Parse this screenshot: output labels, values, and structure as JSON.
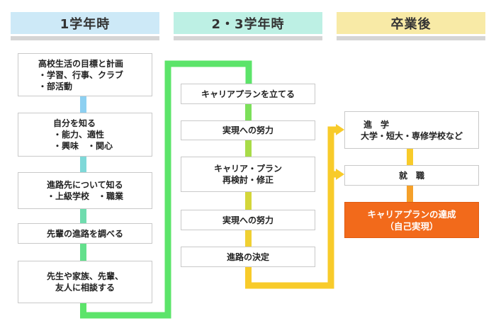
{
  "headers": {
    "col1": "1学年時",
    "col2": "2・3学年時",
    "col3": "卒業後"
  },
  "colors": {
    "header1_bg": "#cde9f7",
    "header2_bg": "#bdf0e4",
    "header3_bg": "#f8eaa6",
    "accent_green": "#5ce46a",
    "accent_yellow": "#f8cb2a",
    "accent_orange": "#f26a1b",
    "connector_blue": "#8dd0f1"
  },
  "col1": {
    "box1": {
      "lines": [
        "高校生活の目標と計画",
        "・学習、行事、クラブ",
        "・部活動"
      ]
    },
    "box2": {
      "lines": [
        "自分を知る",
        "・能力、適性",
        "・興味　・関心"
      ]
    },
    "box3": {
      "lines": [
        "進路先について知る",
        "・上級学校　・職業"
      ]
    },
    "box4": {
      "lines": [
        "先輩の進路を調べる"
      ]
    },
    "box5": {
      "lines": [
        "先生や家族、先輩、",
        "友人に相談する"
      ]
    }
  },
  "col2": {
    "box1": {
      "lines": [
        "キャリアプランを立てる"
      ]
    },
    "box2": {
      "lines": [
        "実現への努力"
      ]
    },
    "box3": {
      "lines": [
        "キャリア・プラン",
        "再検討・修正"
      ]
    },
    "box4": {
      "lines": [
        "実現への努力"
      ]
    },
    "box5": {
      "lines": [
        "進路の決定"
      ]
    }
  },
  "col3": {
    "box1": {
      "lines": [
        "進　学",
        "大学・短大・専修学校など"
      ]
    },
    "box2": {
      "lines": [
        "就　職"
      ]
    },
    "goal": {
      "lines": [
        "キャリアプランの達成",
        "（自己実現）"
      ]
    }
  }
}
